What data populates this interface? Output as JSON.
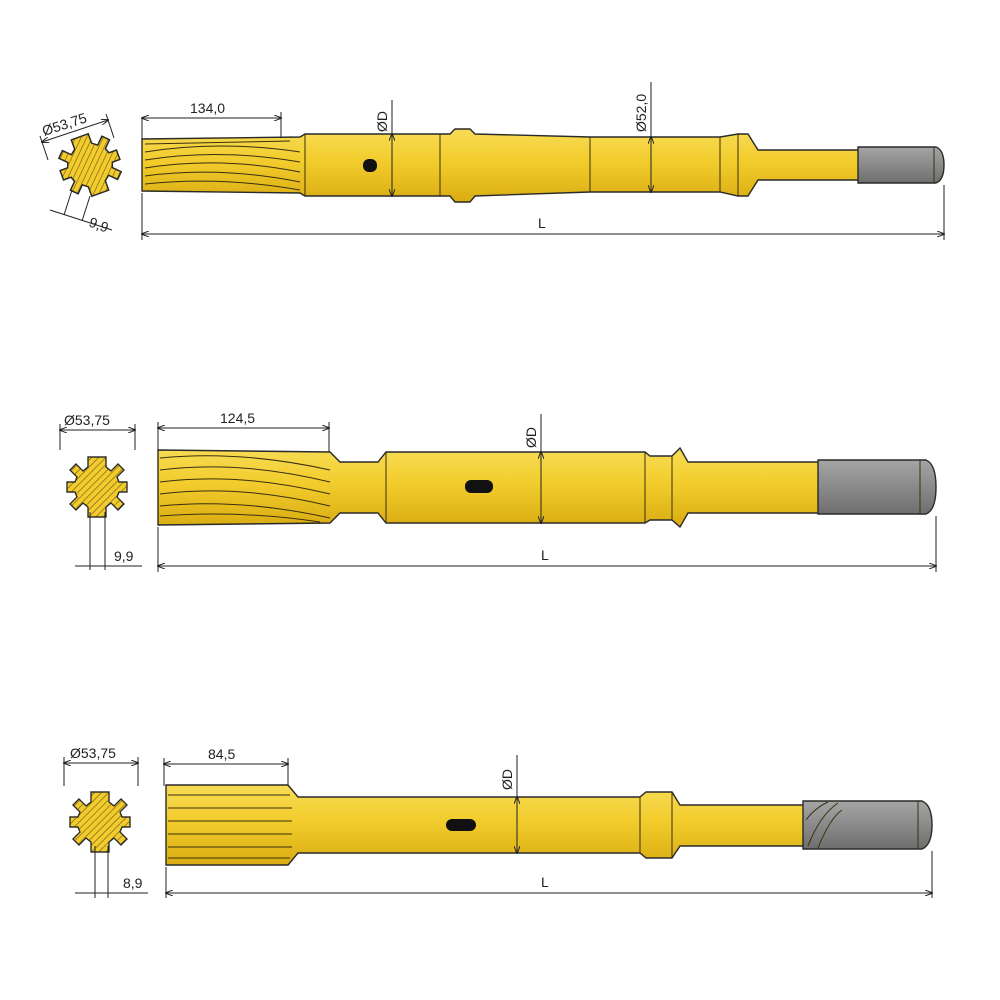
{
  "colors": {
    "shank_body": "#f2cc2c",
    "striking_end": "#8c8c8c",
    "outline": "#2a2a2a",
    "dimension_lines": "#222222"
  },
  "shanks": [
    {
      "spline_diameter": "Ø53,75",
      "spline_width": "9,9",
      "spline_length": "134,0",
      "body_diameter": "ØD",
      "collar_diameter": "Ø52,0",
      "overall_length": "L"
    },
    {
      "spline_diameter": "Ø53,75",
      "spline_width": "9,9",
      "spline_length": "124,5",
      "body_diameter": "ØD",
      "overall_length": "L"
    },
    {
      "spline_diameter": "Ø53,75",
      "spline_width": "8,9",
      "spline_length": "84,5",
      "body_diameter": "ØD",
      "overall_length": "L"
    }
  ]
}
